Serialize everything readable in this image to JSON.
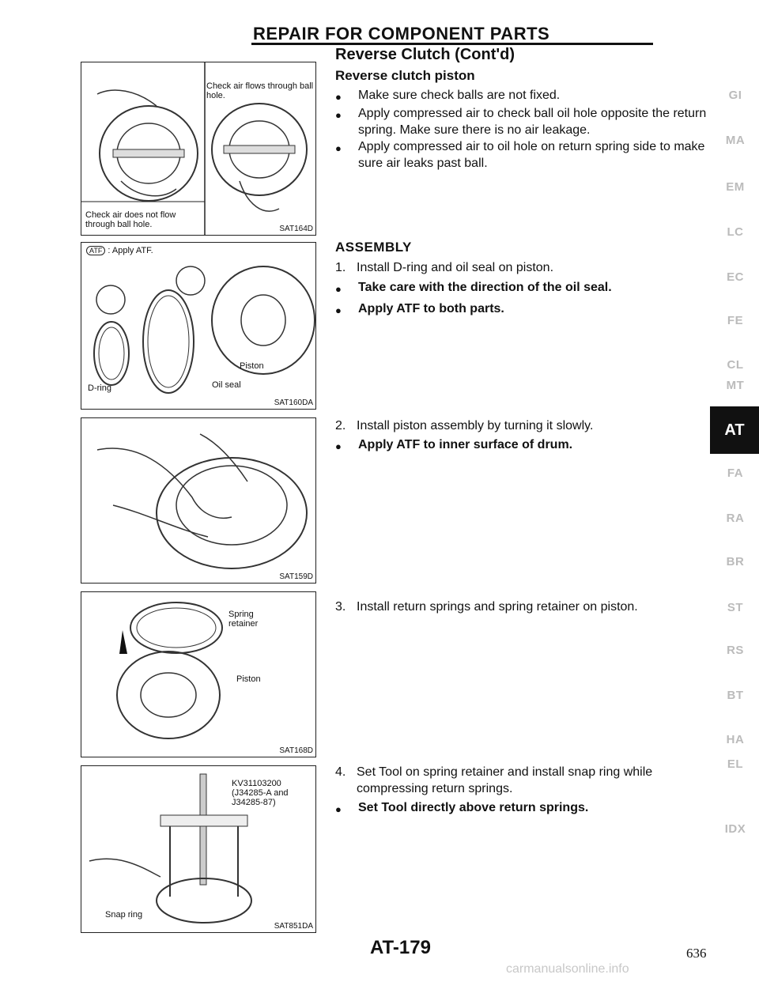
{
  "header": {
    "title": "REPAIR FOR COMPONENT PARTS"
  },
  "section": {
    "title": "Reverse Clutch (Cont'd)"
  },
  "piston": {
    "heading": "Reverse clutch piston",
    "bullets": [
      "Make sure check balls are not fixed.",
      "Apply compressed air to check ball oil hole opposite the return spring. Make sure there is no air leakage.",
      "Apply compressed air to oil hole on return spring side to make sure air leaks past ball."
    ]
  },
  "assembly": {
    "heading": "ASSEMBLY",
    "step1": "Install D-ring and oil seal on piston.",
    "step1_notes": [
      "Take care with the direction of the oil seal.",
      "Apply ATF to both parts."
    ],
    "step2": "Install piston assembly by turning it slowly.",
    "step2_notes": [
      "Apply ATF to inner surface of drum."
    ],
    "step3": "Install return springs and spring retainer on piston.",
    "step4": "Set Tool on spring retainer and install snap ring while compressing return springs.",
    "step4_notes": [
      "Set Tool directly above return springs."
    ],
    "numbers": [
      "1.",
      "2.",
      "3.",
      "4."
    ]
  },
  "figures": {
    "fig1": {
      "code": "SAT164D",
      "label_left": "Check air does not flow through ball hole.",
      "label_right": "Check air flows through ball hole."
    },
    "fig2": {
      "code": "SAT160DA",
      "atf_note": ": Apply ATF.",
      "atf": "ATF",
      "piston": "Piston",
      "dring": "D-ring",
      "oilseal": "Oil seal"
    },
    "fig3": {
      "code": "SAT159D"
    },
    "fig4": {
      "code": "SAT168D",
      "spring": "Spring retainer",
      "piston": "Piston"
    },
    "fig5": {
      "code": "SAT851DA",
      "tool": "KV31103200 (J34285-A and J34285-87)",
      "snap": "Snap ring"
    }
  },
  "sidebar": {
    "items": [
      "GI",
      "MA",
      "EM",
      "LC",
      "EC",
      "FE",
      "CL",
      "MT",
      "FA",
      "RA",
      "BR",
      "ST",
      "RS",
      "BT",
      "HA",
      "EL",
      "IDX"
    ],
    "active": "AT"
  },
  "footer": {
    "page_code": "AT-179",
    "page_number": "636",
    "watermark": "carmanualsonline.info"
  }
}
